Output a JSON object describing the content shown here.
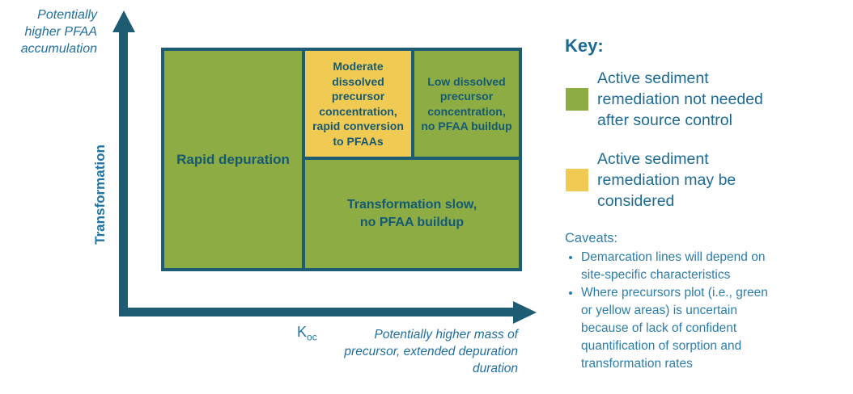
{
  "figure": {
    "axes": {
      "y_annotation": "Potentially\nhigher PFAA\naccumulation",
      "y_title": "Transformation",
      "x_title_base": "K",
      "x_title_sub": "oc",
      "x_annotation": "Potentially higher mass of\nprecursor, extended depuration\nduration"
    },
    "regions": {
      "rapid": "Rapid depuration",
      "moderate": "Moderate\ndissolved\nprecursor\nconcentration,\nrapid conversion\nto PFAAs",
      "low": "Low dissolved\nprecursor\nconcentration,\nno PFAA buildup",
      "slow": "Transformation slow,\nno PFAA buildup"
    }
  },
  "key": {
    "title": "Key:",
    "items": [
      {
        "swatch": "green-swatch",
        "color": "#8dac43",
        "label": "Active sediment\nremediation not needed\nafter source control"
      },
      {
        "swatch": "yellow-swatch",
        "color": "#f0ca52",
        "label": "Active sediment\nremediation may be\nconsidered"
      }
    ],
    "caveats_title": "Caveats:",
    "caveats": [
      "Demarcation lines will depend on\nsite-specific characteristics",
      "Where precursors plot (i.e., green\nor yellow areas) is uncertain\nbecause of lack of confident\nquantification of sorption and\ntransformation rates"
    ]
  },
  "colors": {
    "green": "#8dac43",
    "yellow": "#f0ca52",
    "teal_axis_border": "#1d5c72",
    "box_text": "#155a75",
    "label_blue": "#216f9e",
    "key_blue": "#1d6b95",
    "caveat_blue": "#2d7dab"
  }
}
